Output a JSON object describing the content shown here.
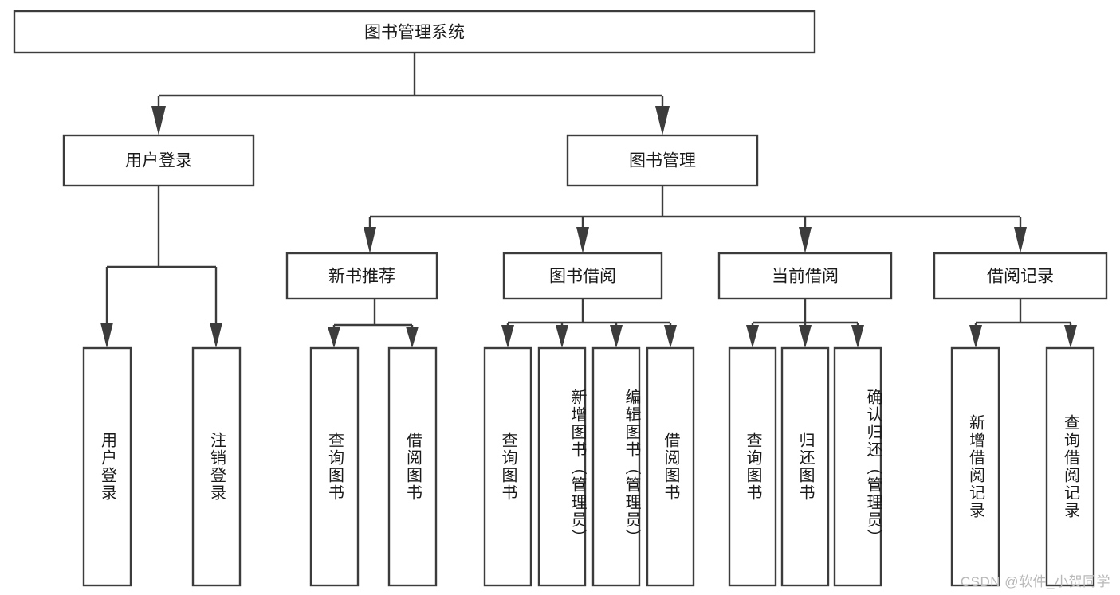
{
  "diagram": {
    "title": "图书管理系统",
    "type": "tree-hierarchy",
    "watermark": "CSDN @软件_小贺同学",
    "colors": {
      "background": "#ffffff",
      "box_stroke": "#3c3c3c",
      "box_fill": "#ffffff",
      "text": "#1a1a1a",
      "watermark_text": "#b8b8b8"
    },
    "levels": {
      "root": {
        "label": "图书管理系统"
      },
      "level2": [
        {
          "label": "用户登录"
        },
        {
          "label": "图书管理"
        }
      ],
      "level3": [
        {
          "label": "新书推荐"
        },
        {
          "label": "图书借阅"
        },
        {
          "label": "当前借阅"
        },
        {
          "label": "借阅记录"
        }
      ],
      "leaves": {
        "user_login": [
          {
            "label": "用户登录"
          },
          {
            "label": "注销登录"
          }
        ],
        "new_book_recommend": [
          {
            "label": "查询图书"
          },
          {
            "label": "借阅图书"
          }
        ],
        "book_borrow": [
          {
            "label": "查询图书"
          },
          {
            "label": "新增图书（管理员）"
          },
          {
            "label": "编辑图书（管理员）"
          },
          {
            "label": "借阅图书"
          }
        ],
        "current_borrow": [
          {
            "label": "查询图书"
          },
          {
            "label": "归还图书"
          },
          {
            "label": "确认归还（管理员）"
          }
        ],
        "borrow_record": [
          {
            "label": "新增借阅记录"
          },
          {
            "label": "查询借阅记录"
          }
        ]
      }
    }
  }
}
